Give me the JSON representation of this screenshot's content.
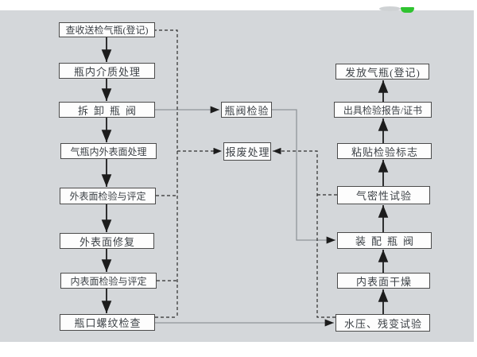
{
  "canvas": {
    "background_color": "#d4d7da",
    "page_background": "#ffffff",
    "green_mark_color": "#2fc330",
    "box_border_color": "#4b4b4b",
    "box_fill_color": "#fdfdfd",
    "text_color": "#3d4247",
    "solid_line_color": "#8f9499",
    "dashed_line_color": "#2e2e2e",
    "arrow_color": "#1c1c1c"
  },
  "flowchart": {
    "left": [
      {
        "label": "查收送检气瓶(登记)"
      },
      {
        "label": "瓶内介质处理"
      },
      {
        "label": "拆卸瓶阀"
      },
      {
        "label": "气瓶内外表面处理"
      },
      {
        "label": "外表面检验与评定"
      },
      {
        "label": "外表面修复"
      },
      {
        "label": "内表面检验与评定"
      },
      {
        "label": "瓶口螺纹检查"
      }
    ],
    "middle": [
      {
        "label": "瓶阀检验"
      },
      {
        "label": "报废处理"
      }
    ],
    "right": [
      {
        "label": "发放气瓶(登记)"
      },
      {
        "label": "出具检验报告/证书"
      },
      {
        "label": "粘贴检验标志"
      },
      {
        "label": "气密性试验"
      },
      {
        "label": "装配瓶阀"
      },
      {
        "label": "内表面干燥"
      },
      {
        "label": "水压、残变试验"
      }
    ]
  }
}
